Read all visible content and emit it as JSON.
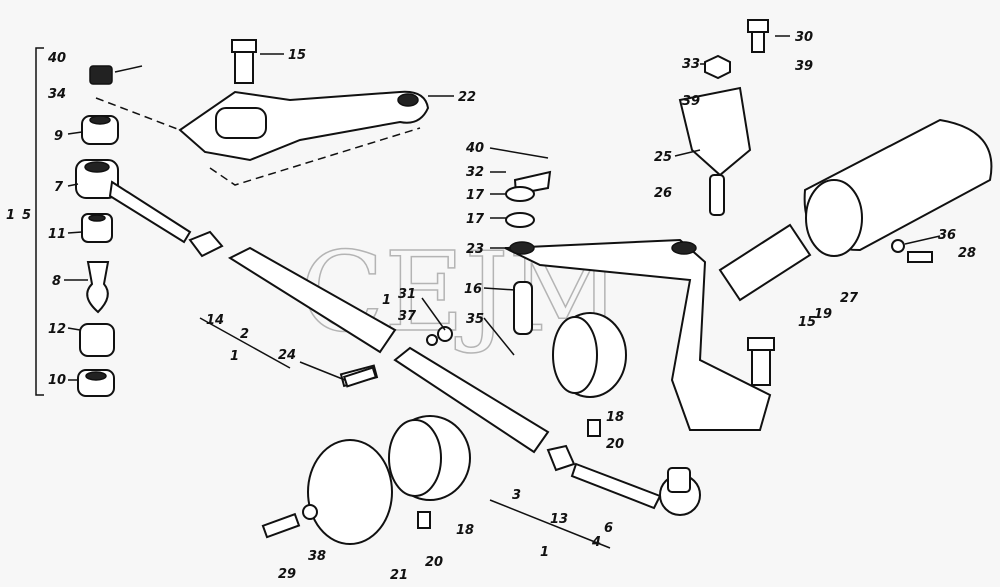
{
  "title": "Steering linkage exploded parts diagram",
  "watermark": "CEJM",
  "callouts": [
    "40",
    "34",
    "9",
    "7",
    "5",
    "1",
    "11",
    "8",
    "12",
    "10",
    "15",
    "22",
    "14",
    "2",
    "1",
    "24",
    "1",
    "31",
    "37",
    "35",
    "16",
    "40",
    "32",
    "17",
    "17",
    "23",
    "18",
    "20",
    "3",
    "13",
    "1",
    "6",
    "4",
    "29",
    "38",
    "21",
    "20",
    "18",
    "30",
    "33",
    "39",
    "39",
    "25",
    "26",
    "27",
    "36",
    "28",
    "19",
    "15"
  ]
}
